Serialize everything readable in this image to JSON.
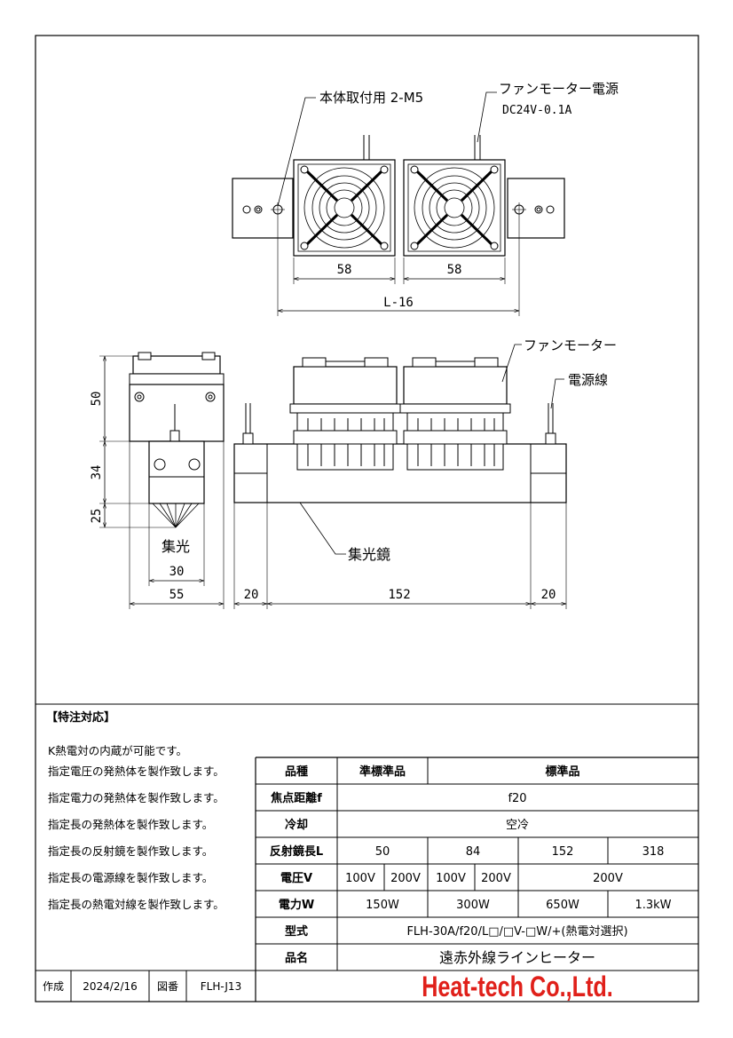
{
  "top_view": {
    "mount_label": "本体取付用 2-M5",
    "fan_power_label": "ファンモーター電源",
    "fan_power_spec": "DC24V-0.1A",
    "dim_fan_width_1": "58",
    "dim_fan_width_2": "58",
    "dim_pitch": "L-16"
  },
  "side_view": {
    "dim_height_top": "50",
    "dim_height_mid": "34",
    "dim_height_focus": "25",
    "focus_label": "集光",
    "dim_nozzle_width": "30",
    "dim_body_width": "55"
  },
  "front_view": {
    "fan_motor_label": "ファンモーター",
    "power_wire_label": "電源線",
    "reflector_label": "集光鏡",
    "dim_left_end": "20",
    "dim_center": "152",
    "dim_right_end": "20"
  },
  "special_order": {
    "title": "【特注対応】",
    "items": [
      "K熱電対の内蔵が可能です。",
      "指定電圧の発熱体を製作致します。",
      "指定電力の発熱体を製作致します。",
      "指定長の発熱体を製作致します。",
      "指定長の反射鏡を製作致します。",
      "指定長の電源線を製作致します。",
      "指定長の熱電対線を製作致します。"
    ]
  },
  "spec_table": {
    "row_product_type": {
      "label": "品種",
      "semi_standard": "準標準品",
      "standard": "標準品"
    },
    "row_focal": {
      "label": "焦点距離f",
      "value": "f20"
    },
    "row_cooling": {
      "label": "冷却",
      "value": "空冷"
    },
    "row_reflector": {
      "label": "反射鏡長L",
      "values": [
        "50",
        "84",
        "152",
        "318"
      ]
    },
    "row_voltage": {
      "label": "電圧V",
      "values": [
        "100V",
        "200V",
        "100V",
        "200V",
        "200V"
      ]
    },
    "row_power": {
      "label": "電力W",
      "values": [
        "150W",
        "300W",
        "650W",
        "1.3kW"
      ]
    },
    "row_model": {
      "label": "型式",
      "value": "FLH-30A/f20/L□/□V-□W/+(熱電対選択)"
    },
    "row_name": {
      "label": "品名",
      "value": "遠赤外線ラインヒーター"
    }
  },
  "title_block": {
    "created_label": "作成",
    "created_date": "2024/2/16",
    "drawing_label": "図番",
    "drawing_no": "FLH-J13",
    "company_logo": "Heat-tech Co.,Ltd.",
    "logo_color": "#e0201a"
  }
}
